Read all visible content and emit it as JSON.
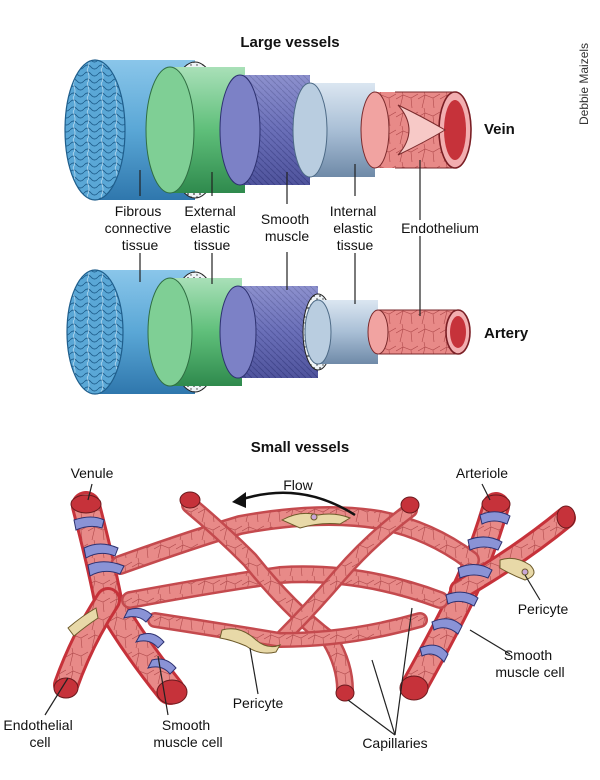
{
  "large_vessels": {
    "title": "Large vessels",
    "vein_label": "Vein",
    "artery_label": "Artery",
    "layers": {
      "fibrous": [
        "Fibrous",
        "connective",
        "tissue"
      ],
      "external": [
        "External",
        "elastic",
        "tissue"
      ],
      "smooth": [
        "Smooth",
        "muscle"
      ],
      "internal": [
        "Internal",
        "elastic",
        "tissue"
      ],
      "endothelium": [
        "Endothelium"
      ]
    }
  },
  "credit": "Debbie Maizels",
  "small_vessels": {
    "title": "Small vessels",
    "venule": "Venule",
    "arteriole": "Arteriole",
    "flow": "Flow",
    "pericyte_right": "Pericyte",
    "pericyte_bottom": "Pericyte",
    "smooth_left": [
      "Smooth",
      "muscle cell"
    ],
    "smooth_right": [
      "Smooth",
      "muscle cell"
    ],
    "endothelial": [
      "Endothelial",
      "cell"
    ],
    "capillaries": "Capillaries"
  },
  "colors": {
    "fibrous": "#5aa7d6",
    "external": "#5fbf7a",
    "smooth": "#6a6fb8",
    "internal": "#a9bfd6",
    "endothelium": "#e26a6a",
    "vessel": "#e88a88",
    "vessel_dark": "#c6323a",
    "muscle_band": "#8a93d6",
    "pericyte": "#e8d9a8"
  }
}
